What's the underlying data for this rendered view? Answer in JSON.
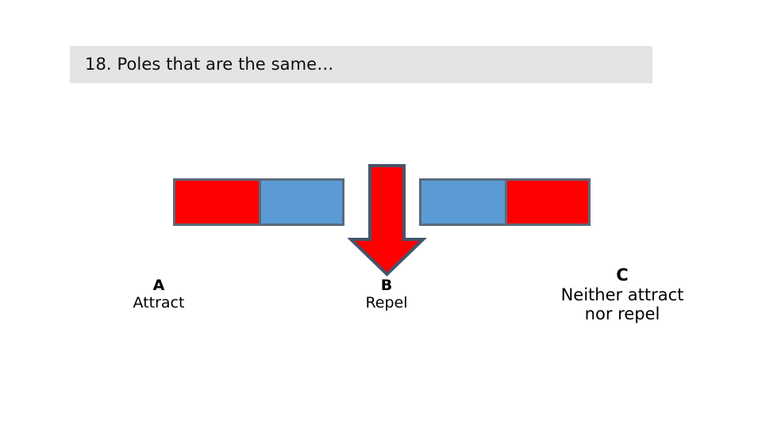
{
  "slide": {
    "background_color": "#ffffff",
    "title": {
      "text": "18. Poles that are the same…",
      "background_color": "#e4e4e4"
    }
  },
  "diagram": {
    "magnet_left": {
      "name": "magnet-bar-left",
      "poles": [
        {
          "label": "red-pole",
          "color": "#ff0000"
        },
        {
          "label": "blue-pole",
          "color": "#5b9bd5"
        }
      ],
      "border_color": "#5a6a7a"
    },
    "magnet_right": {
      "name": "magnet-bar-right",
      "poles": [
        {
          "label": "blue-pole",
          "color": "#5b9bd5"
        },
        {
          "label": "red-pole",
          "color": "#ff0000"
        }
      ],
      "border_color": "#5a6a7a"
    },
    "arrow": {
      "name": "down-arrow-icon",
      "direction": "down",
      "fill_color": "#ff0000",
      "outline_color": "#44546a"
    }
  },
  "options": [
    {
      "letter": "A",
      "description": "Attract"
    },
    {
      "letter": "B",
      "description": "Repel"
    },
    {
      "letter": "C",
      "description": "Neither attract\nnor repel"
    }
  ]
}
